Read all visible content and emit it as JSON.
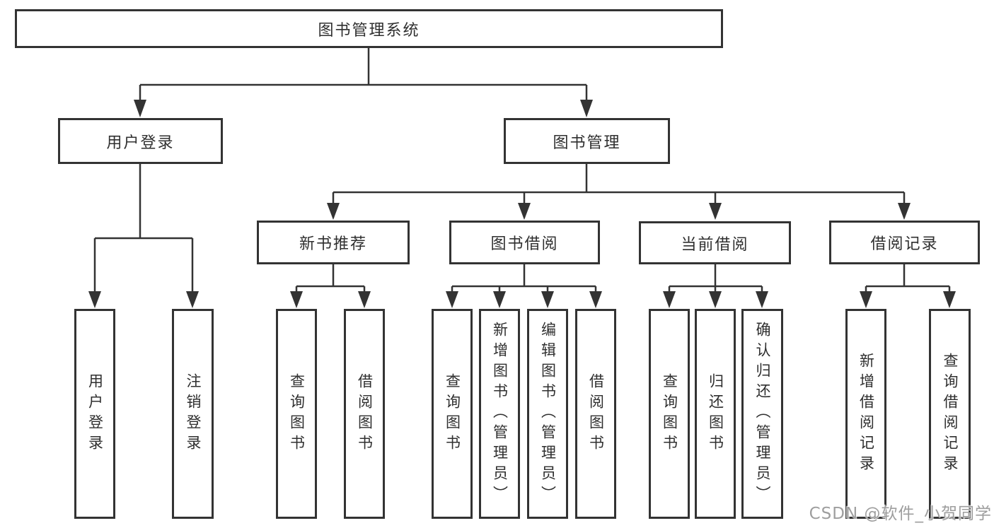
{
  "tree": {
    "root": "图书管理系统",
    "children": [
      {
        "label": "用户登录",
        "children": [
          {
            "label": "用户登录"
          },
          {
            "label": "注销登录"
          }
        ]
      },
      {
        "label": "图书管理",
        "children": [
          {
            "label": "新书推荐",
            "children": [
              {
                "label": "查询图书"
              },
              {
                "label": "借阅图书"
              }
            ]
          },
          {
            "label": "图书借阅",
            "children": [
              {
                "label": "查询图书"
              },
              {
                "label": "新增图书（管理员）"
              },
              {
                "label": "编辑图书（管理员）"
              },
              {
                "label": "借阅图书"
              }
            ]
          },
          {
            "label": "当前借阅",
            "children": [
              {
                "label": "查询图书"
              },
              {
                "label": "归还图书"
              },
              {
                "label": "确认归还（管理员）"
              }
            ]
          },
          {
            "label": "借阅记录",
            "children": [
              {
                "label": "新增借阅记录"
              },
              {
                "label": "查询借阅记录"
              }
            ]
          }
        ]
      }
    ]
  },
  "watermark": {
    "text": "CSDN @软件_小贺同学"
  },
  "colors": {
    "line": "#333333",
    "border": "#333333",
    "text": "#2f2f2f",
    "background": "#ffffff",
    "watermark": "#9e9e9e"
  }
}
